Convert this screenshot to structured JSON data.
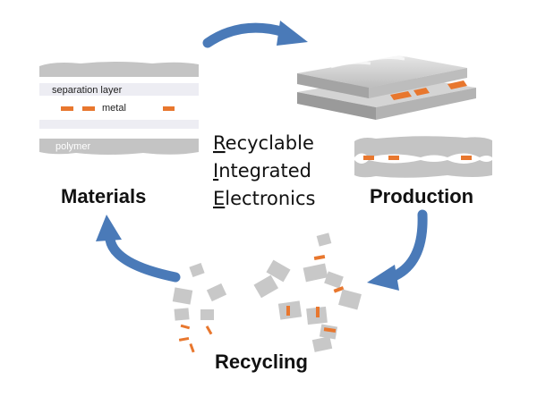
{
  "center_title": {
    "line1": {
      "initial": "R",
      "rest": "ecyclable"
    },
    "line2": {
      "initial": "I",
      "rest": "ntegrated"
    },
    "line3": {
      "initial": "E",
      "rest": "lectronics"
    }
  },
  "stages": {
    "materials": "Materials",
    "production": "Production",
    "recycling": "Recycling"
  },
  "materials_labels": {
    "separation_layer": "separation layer",
    "metal": "metal",
    "polymer": "polymer"
  },
  "colors": {
    "arrow": "#4a7ab8",
    "metal": "#e8772e",
    "polymer": "#c4c4c4",
    "separation": "#ededf3",
    "fragment": "#c8c8c8"
  }
}
